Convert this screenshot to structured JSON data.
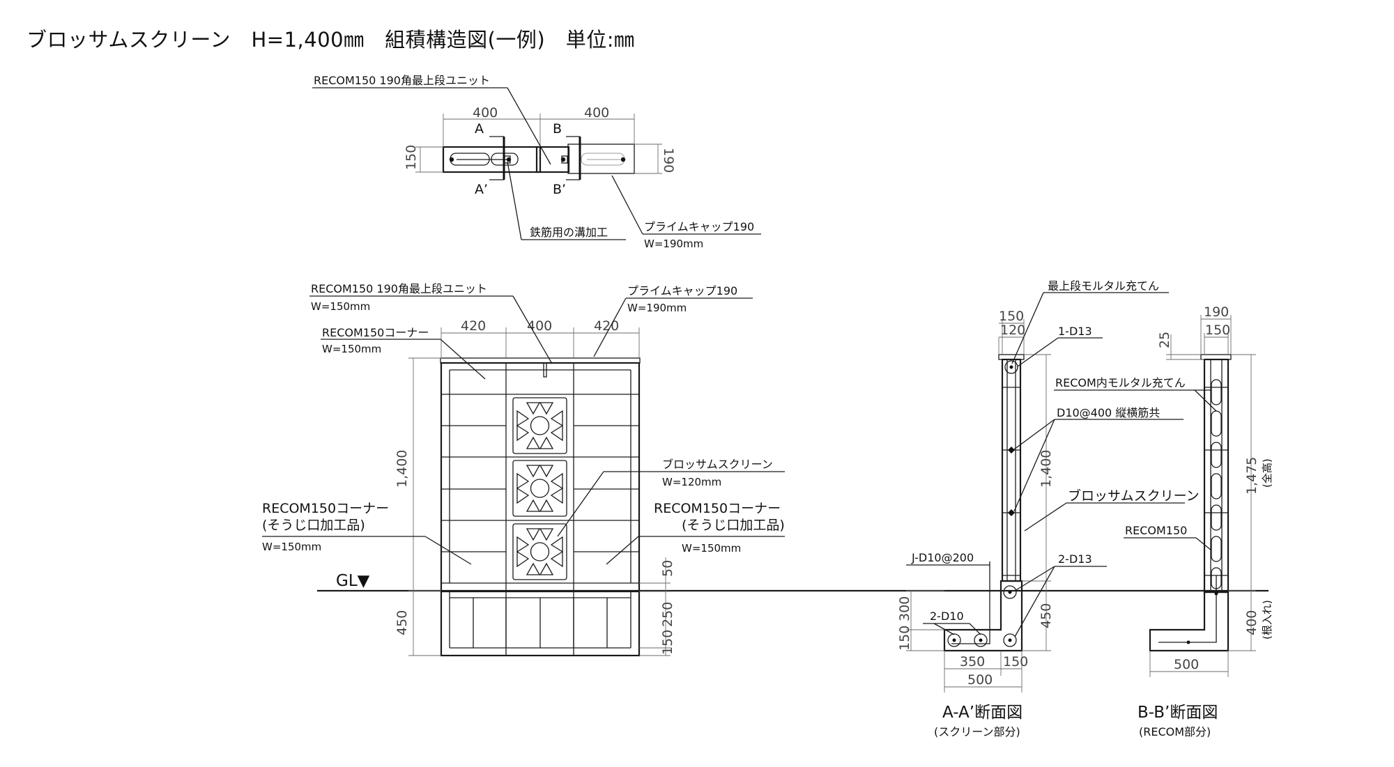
{
  "title": "ブロッサムスクリーン　H=1,400㎜　組積構造図(一例)　単位:㎜",
  "plan": {
    "label_top": "RECOM150 190角最上段ユニット",
    "label_groove": "鉄筋用の溝加工",
    "label_cap": "プライムキャップ190",
    "label_cap_w": "W=190mm",
    "dim_left": "400",
    "dim_right": "400",
    "dim_150": "150",
    "dim_190": "190",
    "mark_a": "A",
    "mark_a2": "A’",
    "mark_b": "B",
    "mark_b2": "B’"
  },
  "elevation": {
    "label_top_unit": "RECOM150 190角最上段ユニット",
    "label_top_unit_w": "W=150mm",
    "label_cap": "プライムキャップ190",
    "label_cap_w": "W=190mm",
    "label_corner": "RECOM150コーナー",
    "label_corner_w": "W=150mm",
    "label_screen": "ブロッサムスクリーン",
    "label_screen_w": "W=120mm",
    "label_corner_l1": "RECOM150コーナー",
    "label_corner_l2": "(そうじ口加工品)",
    "label_corner_l_w": "W=150mm",
    "label_corner_r1": "RECOM150コーナー",
    "label_corner_r2": "(そうじ口加工品)",
    "label_corner_r_w": "W=150mm",
    "gl": "GL▼",
    "dim_420_left": "420",
    "dim_400": "400",
    "dim_420_right": "420",
    "dim_1400": "1,400",
    "dim_450": "450",
    "dim_50": "50",
    "dim_250": "250",
    "dim_150": "150"
  },
  "section_a": {
    "label_top_mortar": "最上段モルタル充てん",
    "label_1d13": "1-D13",
    "label_d10": "D10@400 縦横筋共",
    "label_screen": "ブロッサムスクリーン",
    "label_jd10": "J-D10@200",
    "label_2d13": "2-D13",
    "label_2d10": "2-D10",
    "dim_150_top": "150",
    "dim_120": "120",
    "dim_1400": "1,400",
    "dim_450": "450",
    "dim_300": "300",
    "dim_150_left": "150",
    "dim_350": "350",
    "dim_150_bottom": "150",
    "dim_500": "500",
    "caption": "A-A’断面図",
    "subcaption": "(スクリーン部分)"
  },
  "section_b": {
    "dim_190": "190",
    "dim_150": "150",
    "dim_25": "25",
    "label_mortar": "RECOM内モルタル充てん",
    "label_recom": "RECOM150",
    "dim_1475": "1,475",
    "note_total": "(全高)",
    "dim_400": "400",
    "note_embed": "(根入れ)",
    "dim_500": "500",
    "caption": "B-B’断面図",
    "subcaption": "(RECOM部分)"
  },
  "colors": {
    "line": "#1a1a1a",
    "dimension": "#6a6a6a",
    "text": "#111111"
  }
}
